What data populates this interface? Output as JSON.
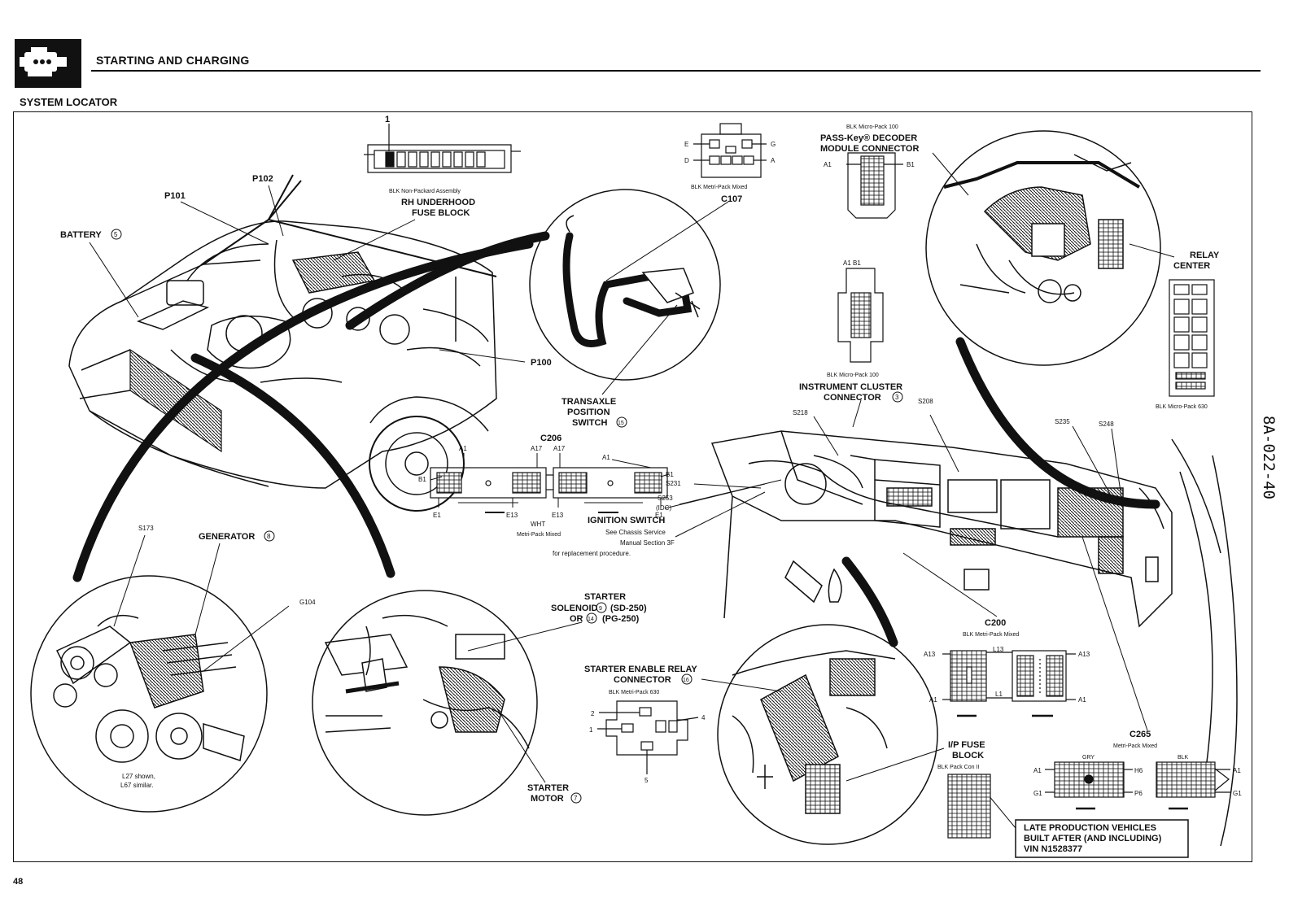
{
  "header": {
    "title": "STARTING AND CHARGING",
    "subtitle": "SYSTEM LOCATOR",
    "page_number": "48",
    "side_code": "8A-022-40"
  },
  "labels": {
    "battery": "BATTERY",
    "battery_ref": "5",
    "p101": "P101",
    "p102": "P102",
    "p100": "P100",
    "fuse_pin": "1",
    "fuse_assembly": "BLK Non-Packard Assembly",
    "fuse_block_line1": "RH UNDERHOOD",
    "fuse_block_line2": "FUSE BLOCK",
    "c107_pins": [
      "E",
      "G",
      "D",
      "A"
    ],
    "c107_pack": "BLK Metri-Pack Mixed",
    "c107": "C107",
    "decoder_pack": "BLK Micro-Pack 100",
    "decoder_line1": "PASS-Key® DECODER",
    "decoder_line2": "MODULE CONNECTOR",
    "decoder_a1": "A1",
    "decoder_b1": "B1",
    "relay_center_line1": "RELAY",
    "relay_center_line2": "CENTER",
    "relay_pack": "BLK Micro-Pack 630",
    "cluster_pins": "A1 B1",
    "cluster_pack": "BLK Micro-Pack 100",
    "cluster_line1": "INSTRUMENT CLUSTER",
    "cluster_line2": "CONNECTOR",
    "cluster_ref": "3",
    "transaxle_line1": "TRANSAXLE",
    "transaxle_line2": "POSITION",
    "transaxle_line3": "SWITCH",
    "transaxle_ref": "15",
    "c206": "C206",
    "c206_pins": {
      "a1": "A1",
      "a17": "A17",
      "a17b": "A17",
      "a1b": "A1",
      "b1": "B1",
      "b1b": "B1",
      "e1": "E1",
      "e13": "E13",
      "e13b": "E13",
      "e1b": "E1"
    },
    "c206_color": "WHT",
    "c206_pack": "Metri-Pack Mixed",
    "s218": "S218",
    "s208": "S208",
    "s235": "S235",
    "s248": "S248",
    "s231": "S231",
    "s253": "S253",
    "idc": "(IDC)",
    "ignition_line1": "IGNITION SWITCH",
    "ignition_line2": "See Chassis Service",
    "ignition_line3": "Manual Section 3F",
    "ignition_line4": "for replacement procedure.",
    "s173": "S173",
    "generator": "GENERATOR",
    "generator_ref": "8",
    "g104": "G104",
    "engine_note_line1": "L27 shown,",
    "engine_note_line2": "L67 similar.",
    "starter_line1": "STARTER",
    "starter_line2": "SOLENOID",
    "starter_ref1": "9",
    "starter_sd": "(SD-250)",
    "starter_or": "OR",
    "starter_ref2": "14",
    "starter_pg": "(PG-250)",
    "starter_motor_line1": "STARTER",
    "starter_motor_line2": "MOTOR",
    "starter_motor_ref": "7",
    "enable_line1": "STARTER ENABLE RELAY",
    "enable_line2": "CONNECTOR",
    "enable_ref": "16",
    "enable_pack": "BLK Metri-Pack 630",
    "enable_pins": [
      "2",
      "1",
      "4",
      "5"
    ],
    "c200": "C200",
    "c200_pack": "BLK Metri-Pack Mixed",
    "c200_pins": {
      "a13": "A13",
      "l13": "L13",
      "a13b": "A13",
      "a1": "A1",
      "l1": "L1",
      "a1b": "A1"
    },
    "c265": "C265",
    "c265_pack": "Metri-Pack Mixed",
    "c265_gry": "GRY",
    "c265_blk": "BLK",
    "c265_pins": {
      "a1": "A1",
      "h6": "H6",
      "a1b": "A1",
      "g1": "G1",
      "p6": "P6",
      "g1b": "G1"
    },
    "ip_fuse_line1": "I/P FUSE",
    "ip_fuse_line2": "BLOCK",
    "ip_fuse_pack": "BLK Pack Con II",
    "late_line1": "LATE PRODUCTION VEHICLES",
    "late_line2": "BUILT AFTER (AND INCLUDING)",
    "late_line3": "VIN N1528377"
  }
}
